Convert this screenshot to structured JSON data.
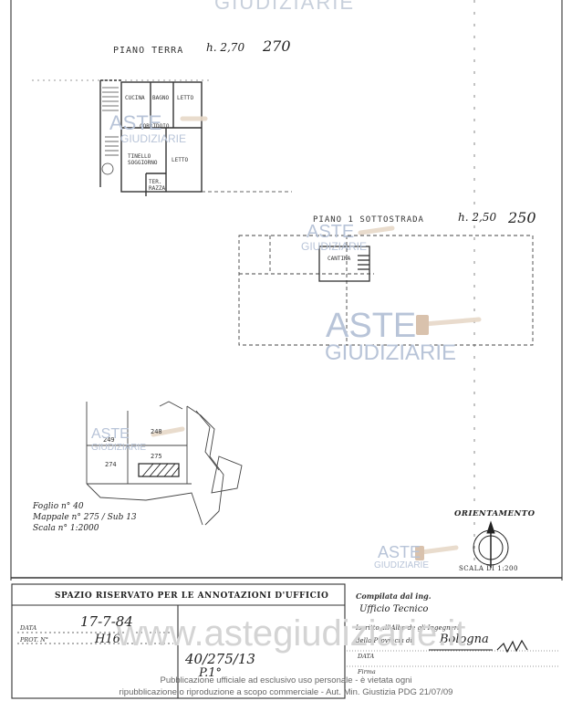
{
  "watermark": {
    "top": "GIUDIZIARIE",
    "aste": "ASTE",
    "giudiziarie": "GIUDIZIARIE",
    "site": "www.astegiudiziarie.it"
  },
  "ground_floor": {
    "title": "PIANO TERRA",
    "height": "h. 2,70",
    "height_value": "270",
    "rooms": {
      "kitchen": "CUCINA",
      "bath": "BAGNO",
      "bedroom1": "LETTO",
      "corridor": "CORRIDOIO",
      "living": "TINELLO SOGGIORNO",
      "bedroom2": "LETTO",
      "terrace": "TER. RAZZA"
    }
  },
  "basement": {
    "title": "PIANO 1 SOTTOSTRADA",
    "height": "h. 2,50",
    "height_value": "250",
    "rooms": {
      "cellar": "CANTINA"
    }
  },
  "cadastral_map": {
    "parcels": [
      "248",
      "249",
      "274",
      "275"
    ],
    "foglio": "Foglio n° 40",
    "mappale": "Mappale n° 275 / Sub 13",
    "scala": "Scala n° 1:2000"
  },
  "orientation": {
    "label": "ORIENTAMENTO",
    "scale": "SCALA DI 1:200"
  },
  "office": {
    "title": "SPAZIO RISERVATO PER LE ANNOTAZIONI D'UFFICIO",
    "data_label": "DATA",
    "prot_label": "PROT. N°",
    "date_value": "17-7-84",
    "prot_value": "H16",
    "ref_value": "40/275/13",
    "ref_value2": "P.1°"
  },
  "compiled": {
    "label": "Compilata dal ing.",
    "office": "Ufficio Tecnico",
    "inscribed": "Iscritto all'Albo de gli Ingegneri",
    "province": "della Provincia di",
    "city": "Bologna",
    "data_label": "DATA",
    "firma_label": "Firma"
  },
  "footer": {
    "line1": "Pubblicazione ufficiale ad esclusivo uso personale - è vietata ogni",
    "line2": "ripubblicazione o riproduzione a scopo commerciale - Aut. Min. Giustizia PDG 21/07/09"
  },
  "colors": {
    "watermark": "#b8c4d8",
    "ink": "#222222"
  }
}
